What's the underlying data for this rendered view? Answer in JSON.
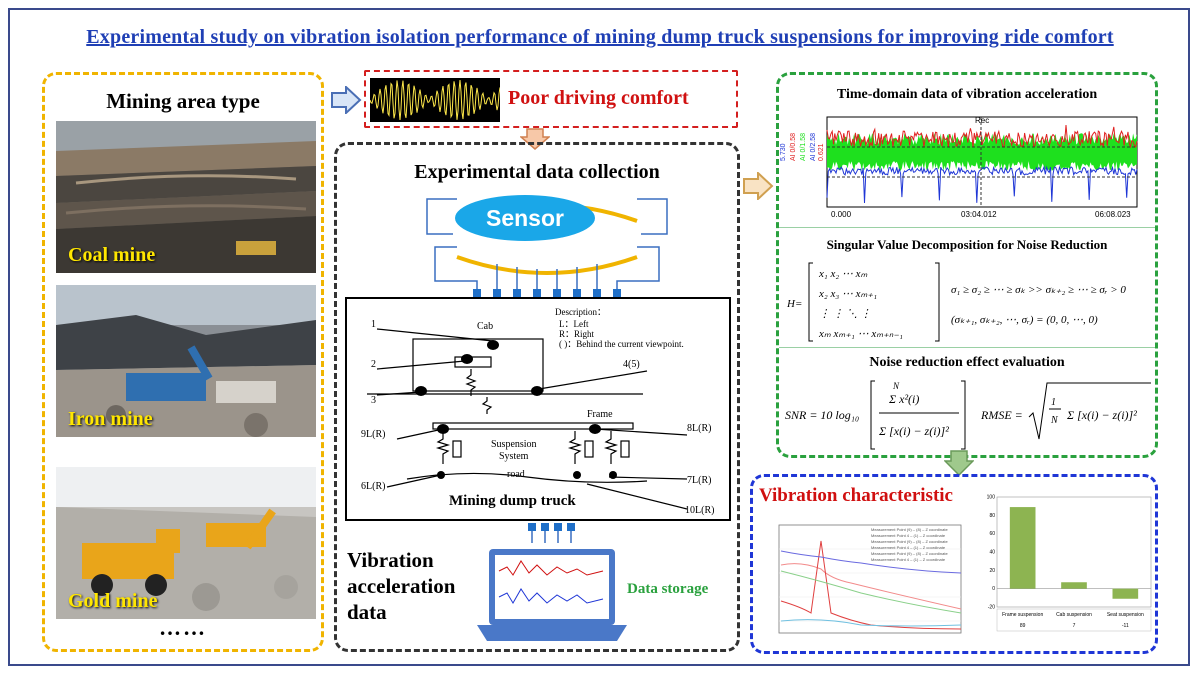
{
  "title": "Experimental study on vibration isolation performance of mining dump truck suspensions for improving ride comfort",
  "left_panel": {
    "heading": "Mining area type",
    "mines": [
      {
        "label": "Coal mine"
      },
      {
        "label": "Iron mine"
      },
      {
        "label": "Gold mine"
      }
    ],
    "ellipsis": "……"
  },
  "comfort": {
    "label": "Poor driving comfort"
  },
  "collection": {
    "heading": "Experimental data collection",
    "sensor_label": "Sensor",
    "diagram": {
      "cab": "Cab",
      "frame": "Frame",
      "suspension_line1": "Suspension",
      "suspension_line2": "System",
      "road": "road",
      "caption": "Mining dump truck",
      "desc_title": "Description：",
      "desc_left": "L：Left",
      "desc_right": "R：Right",
      "desc_paren": "( )：Behind the current viewpoint.",
      "point_1": "1",
      "point_2": "2",
      "point_3": "3",
      "point_45": "4(5)",
      "point_9": "9L(R)",
      "point_8": "8L(R)",
      "point_6": "6L(R)",
      "point_7": "7L(R)",
      "point_10": "10L(R)"
    },
    "vibration_label_1": "Vibration",
    "vibration_label_2": "acceleration",
    "vibration_label_3": "data",
    "storage_label": "Data storage"
  },
  "time_domain": {
    "heading": "Time-domain data of vibration acceleration",
    "marker": "Rec",
    "x_ticks": [
      "0.000",
      "03:04.012",
      "06:08.023"
    ]
  },
  "svd": {
    "heading": "Singular  Value Decomposition for Noise Reduction"
  },
  "evaluation": {
    "heading": "Noise reduction effect evaluation"
  },
  "vibration": {
    "heading": "Vibration  characteristic",
    "bar_chart": {
      "categories": [
        "Frame suspension",
        "Cab suspension",
        "Seat suspension"
      ],
      "values": [
        89,
        7,
        -11
      ],
      "y_ticks": [
        "100",
        "80",
        "60",
        "40",
        "20",
        "0",
        "-20"
      ]
    }
  },
  "colors": {
    "title_blue": "#1f3fb5",
    "yellow_border": "#f0b400",
    "red": "#d01010",
    "green_border": "#2aa13e",
    "blue_border": "#1f36d6",
    "sensor_blue": "#1aa7e8",
    "bar_green": "#8db451"
  }
}
